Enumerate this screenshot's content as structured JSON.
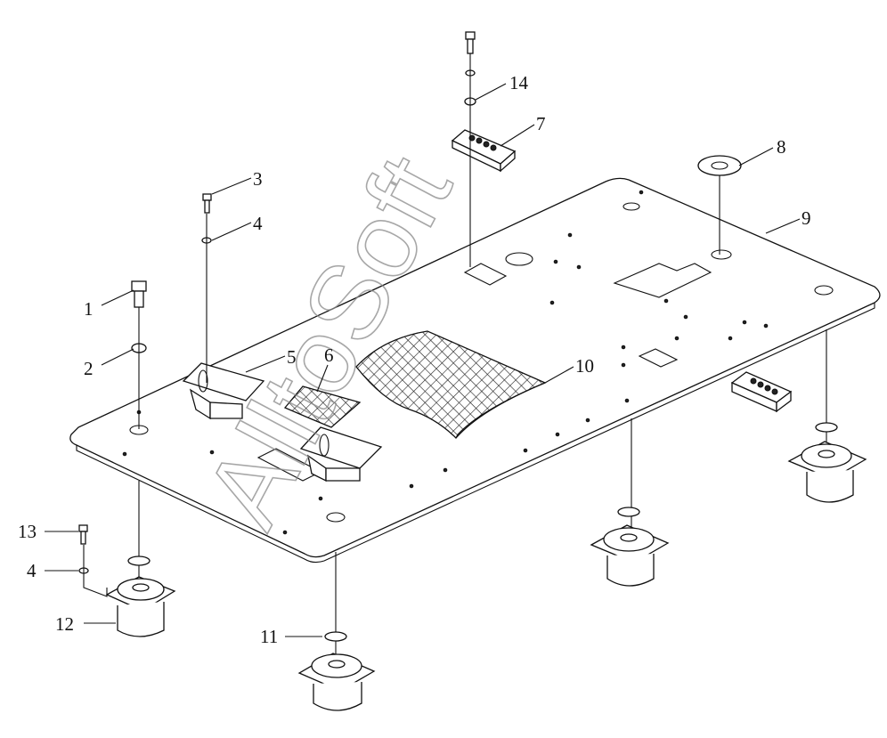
{
  "watermark": "AlltoSoft",
  "callouts": [
    {
      "id": "c1",
      "text": "1"
    },
    {
      "id": "c2",
      "text": "2"
    },
    {
      "id": "c3",
      "text": "3"
    },
    {
      "id": "c4a",
      "text": "4"
    },
    {
      "id": "c5",
      "text": "5"
    },
    {
      "id": "c6",
      "text": "6"
    },
    {
      "id": "c7",
      "text": "7"
    },
    {
      "id": "c8",
      "text": "8"
    },
    {
      "id": "c9",
      "text": "9"
    },
    {
      "id": "c10",
      "text": "10"
    },
    {
      "id": "c11",
      "text": "11"
    },
    {
      "id": "c12",
      "text": "12"
    },
    {
      "id": "c13",
      "text": "13"
    },
    {
      "id": "c4b",
      "text": "4"
    },
    {
      "id": "c14",
      "text": "14"
    }
  ]
}
